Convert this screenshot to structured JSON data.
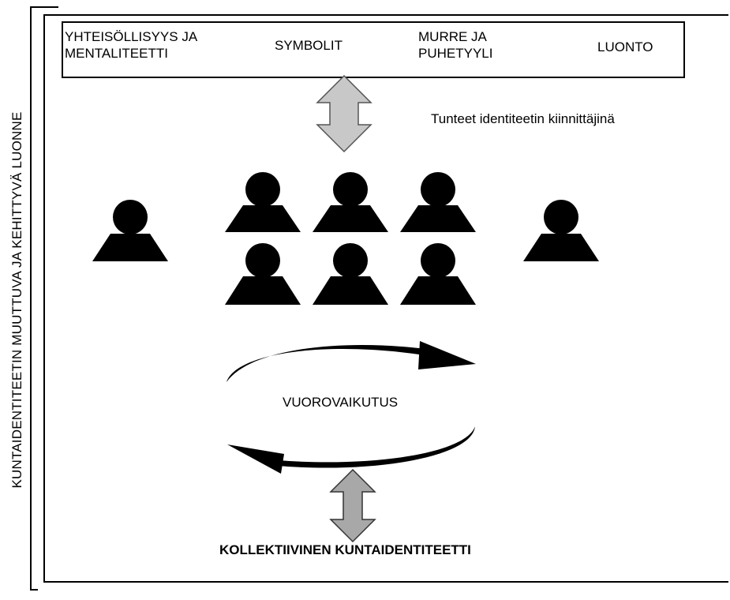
{
  "side_label": "KUNTAIDENTITEETIN MUUTTUVA JA KEHITTYVÄ LUONNE",
  "top_box": {
    "items": [
      "YHTEISÖLLISYYS JA\nMENTALITEETTI",
      "SYMBOLIT",
      "MURRE JA\nPUHETYYLI",
      "LUONTO"
    ]
  },
  "caption": "Tunteet identiteetin kiinnittäjinä",
  "center_label": "VUOROVAIKUTUS",
  "bottom_title": "KOLLEKTIIVINEN KUNTAIDENTITEETTI",
  "colors": {
    "arrow_fill": "#c8c8c8",
    "ink": "#000000"
  },
  "icons": [
    "person-icon",
    "double-arrow-icon",
    "curved-arrow-icon"
  ]
}
